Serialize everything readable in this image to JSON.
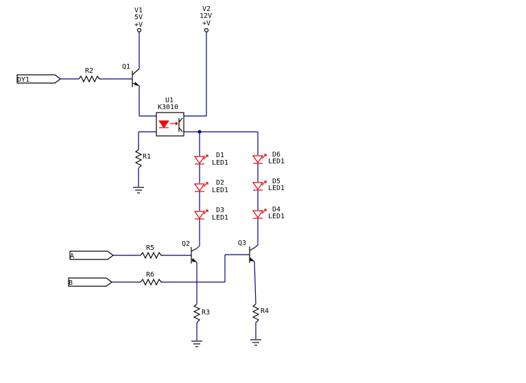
{
  "supplies": {
    "v1": {
      "name": "V1",
      "value": "5V",
      "symbol": "+V"
    },
    "v2": {
      "name": "V2",
      "value": "12V",
      "symbol": "+V"
    }
  },
  "ports": {
    "dy1": "DY1",
    "a": "A",
    "b": "B"
  },
  "resistors": {
    "r1": "R1",
    "r2": "R2",
    "r3": "R3",
    "r4": "R4",
    "r5": "R5",
    "r6": "R6"
  },
  "transistors": {
    "q1": "Q1",
    "q2": "Q2",
    "q3": "Q3"
  },
  "optocoupler": {
    "ref": "U1",
    "part": "K3010"
  },
  "leds": {
    "d1": {
      "ref": "D1",
      "type": "LED1"
    },
    "d2": {
      "ref": "D2",
      "type": "LED1"
    },
    "d3": {
      "ref": "D3",
      "type": "LED1"
    },
    "d4": {
      "ref": "D4",
      "type": "LED1"
    },
    "d5": {
      "ref": "D5",
      "type": "LED1"
    },
    "d6": {
      "ref": "D6",
      "type": "LED1"
    }
  },
  "colors": {
    "wire": "#000080",
    "component": "#000000",
    "led": "#e00000"
  }
}
